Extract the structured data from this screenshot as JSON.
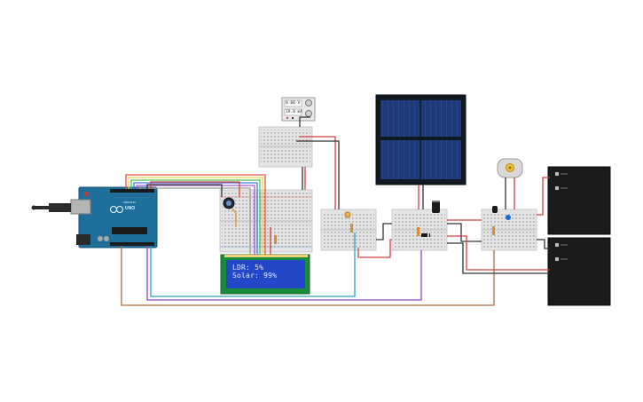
{
  "lcd": {
    "line1": "LDR: 5%",
    "line2": "Solar: 99%"
  },
  "multimeter": {
    "voltage": "0.00 V",
    "current": "19.8 mA"
  },
  "arduino": {
    "model": "UNO",
    "brand": "ARDUINO"
  },
  "colors": {
    "board_blue": "#1f6f9c",
    "breadboard": "#e3e3e3",
    "lcd_green": "#1b8a3a",
    "lcd_screen": "#2347c8",
    "solar_panel": "#1c2f5e",
    "battery": "#1b1b1b"
  }
}
